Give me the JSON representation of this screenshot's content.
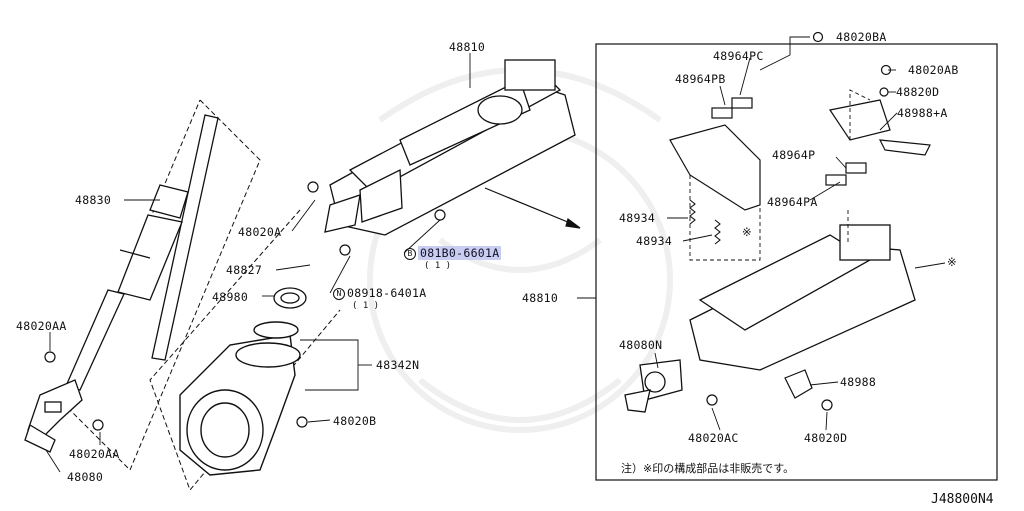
{
  "callouts": {
    "p48810_top": "48810",
    "p48830": "48830",
    "p48020A": "48020A",
    "p48827": "48827",
    "p48980": "48980",
    "p48020AA_top": "48020AA",
    "p48020AA_bot": "48020AA",
    "p48080": "48080",
    "p48342N": "48342N",
    "p48020B": "48020B",
    "bolt_081B0": "081B0-6601A",
    "bolt_081B0_qty": "( 1 )",
    "nut_08918": "08918-6401A",
    "nut_08918_qty": "( 1 )",
    "p48810_box": "48810",
    "p48020BA": "48020BA",
    "p48964PC": "48964PC",
    "p48964PB": "48964PB",
    "p48020AB": "48020AB",
    "p48820D": "48820D",
    "p48988A": "48988+A",
    "p48964P": "48964P",
    "p48964PA": "48964PA",
    "p48934_a": "48934",
    "p48934_b": "48934",
    "p48080N": "48080N",
    "p48988": "48988",
    "p48020AC": "48020AC",
    "p48020D": "48020D"
  },
  "circle_letters": {
    "bolt": "B",
    "nut": "N"
  },
  "star_mark": "※",
  "footnote": "注）※印の構成部品は非販売です。",
  "diagram_id": "J48800N4"
}
